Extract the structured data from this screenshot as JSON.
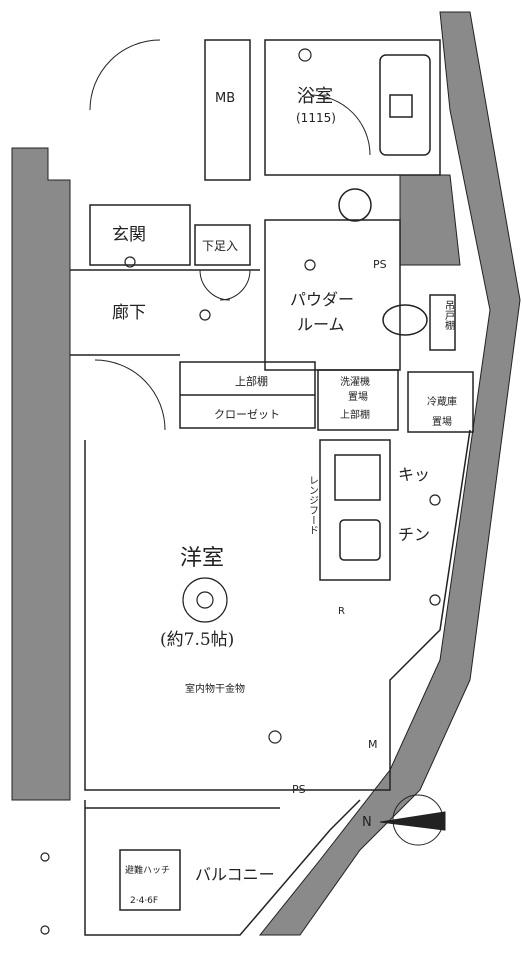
{
  "rooms": {
    "mb": "MB",
    "bath": "浴室",
    "bath_size": "(1115)",
    "entrance": "玄関",
    "shoe_box": "下足入",
    "ps_top": "PS",
    "hallway": "廊下",
    "powder": "パウダー",
    "powder2": "ルーム",
    "storage_upper": "吊戸棚",
    "upper_shelf": "上部棚",
    "closet": "クローゼット",
    "washer": "洗濯機",
    "washer2": "置場",
    "washer3": "上部棚",
    "fridge": "冷蔵庫",
    "fridge2": "置場",
    "kitchen": "キッ",
    "kitchen2": "チン",
    "range_hood": "レンジフード",
    "western": "洋室",
    "western_size": "(約7.5帖)",
    "drying": "室内物干金物",
    "ps_bottom": "PS",
    "balcony": "バルコニー",
    "hatch": "避難ハッチ",
    "hatch_floors": "2·4·6F",
    "compass": "N",
    "m_mark": "M",
    "r_mark": "R"
  },
  "colors": {
    "wall": "#8a8a8a",
    "line": "#222222"
  }
}
